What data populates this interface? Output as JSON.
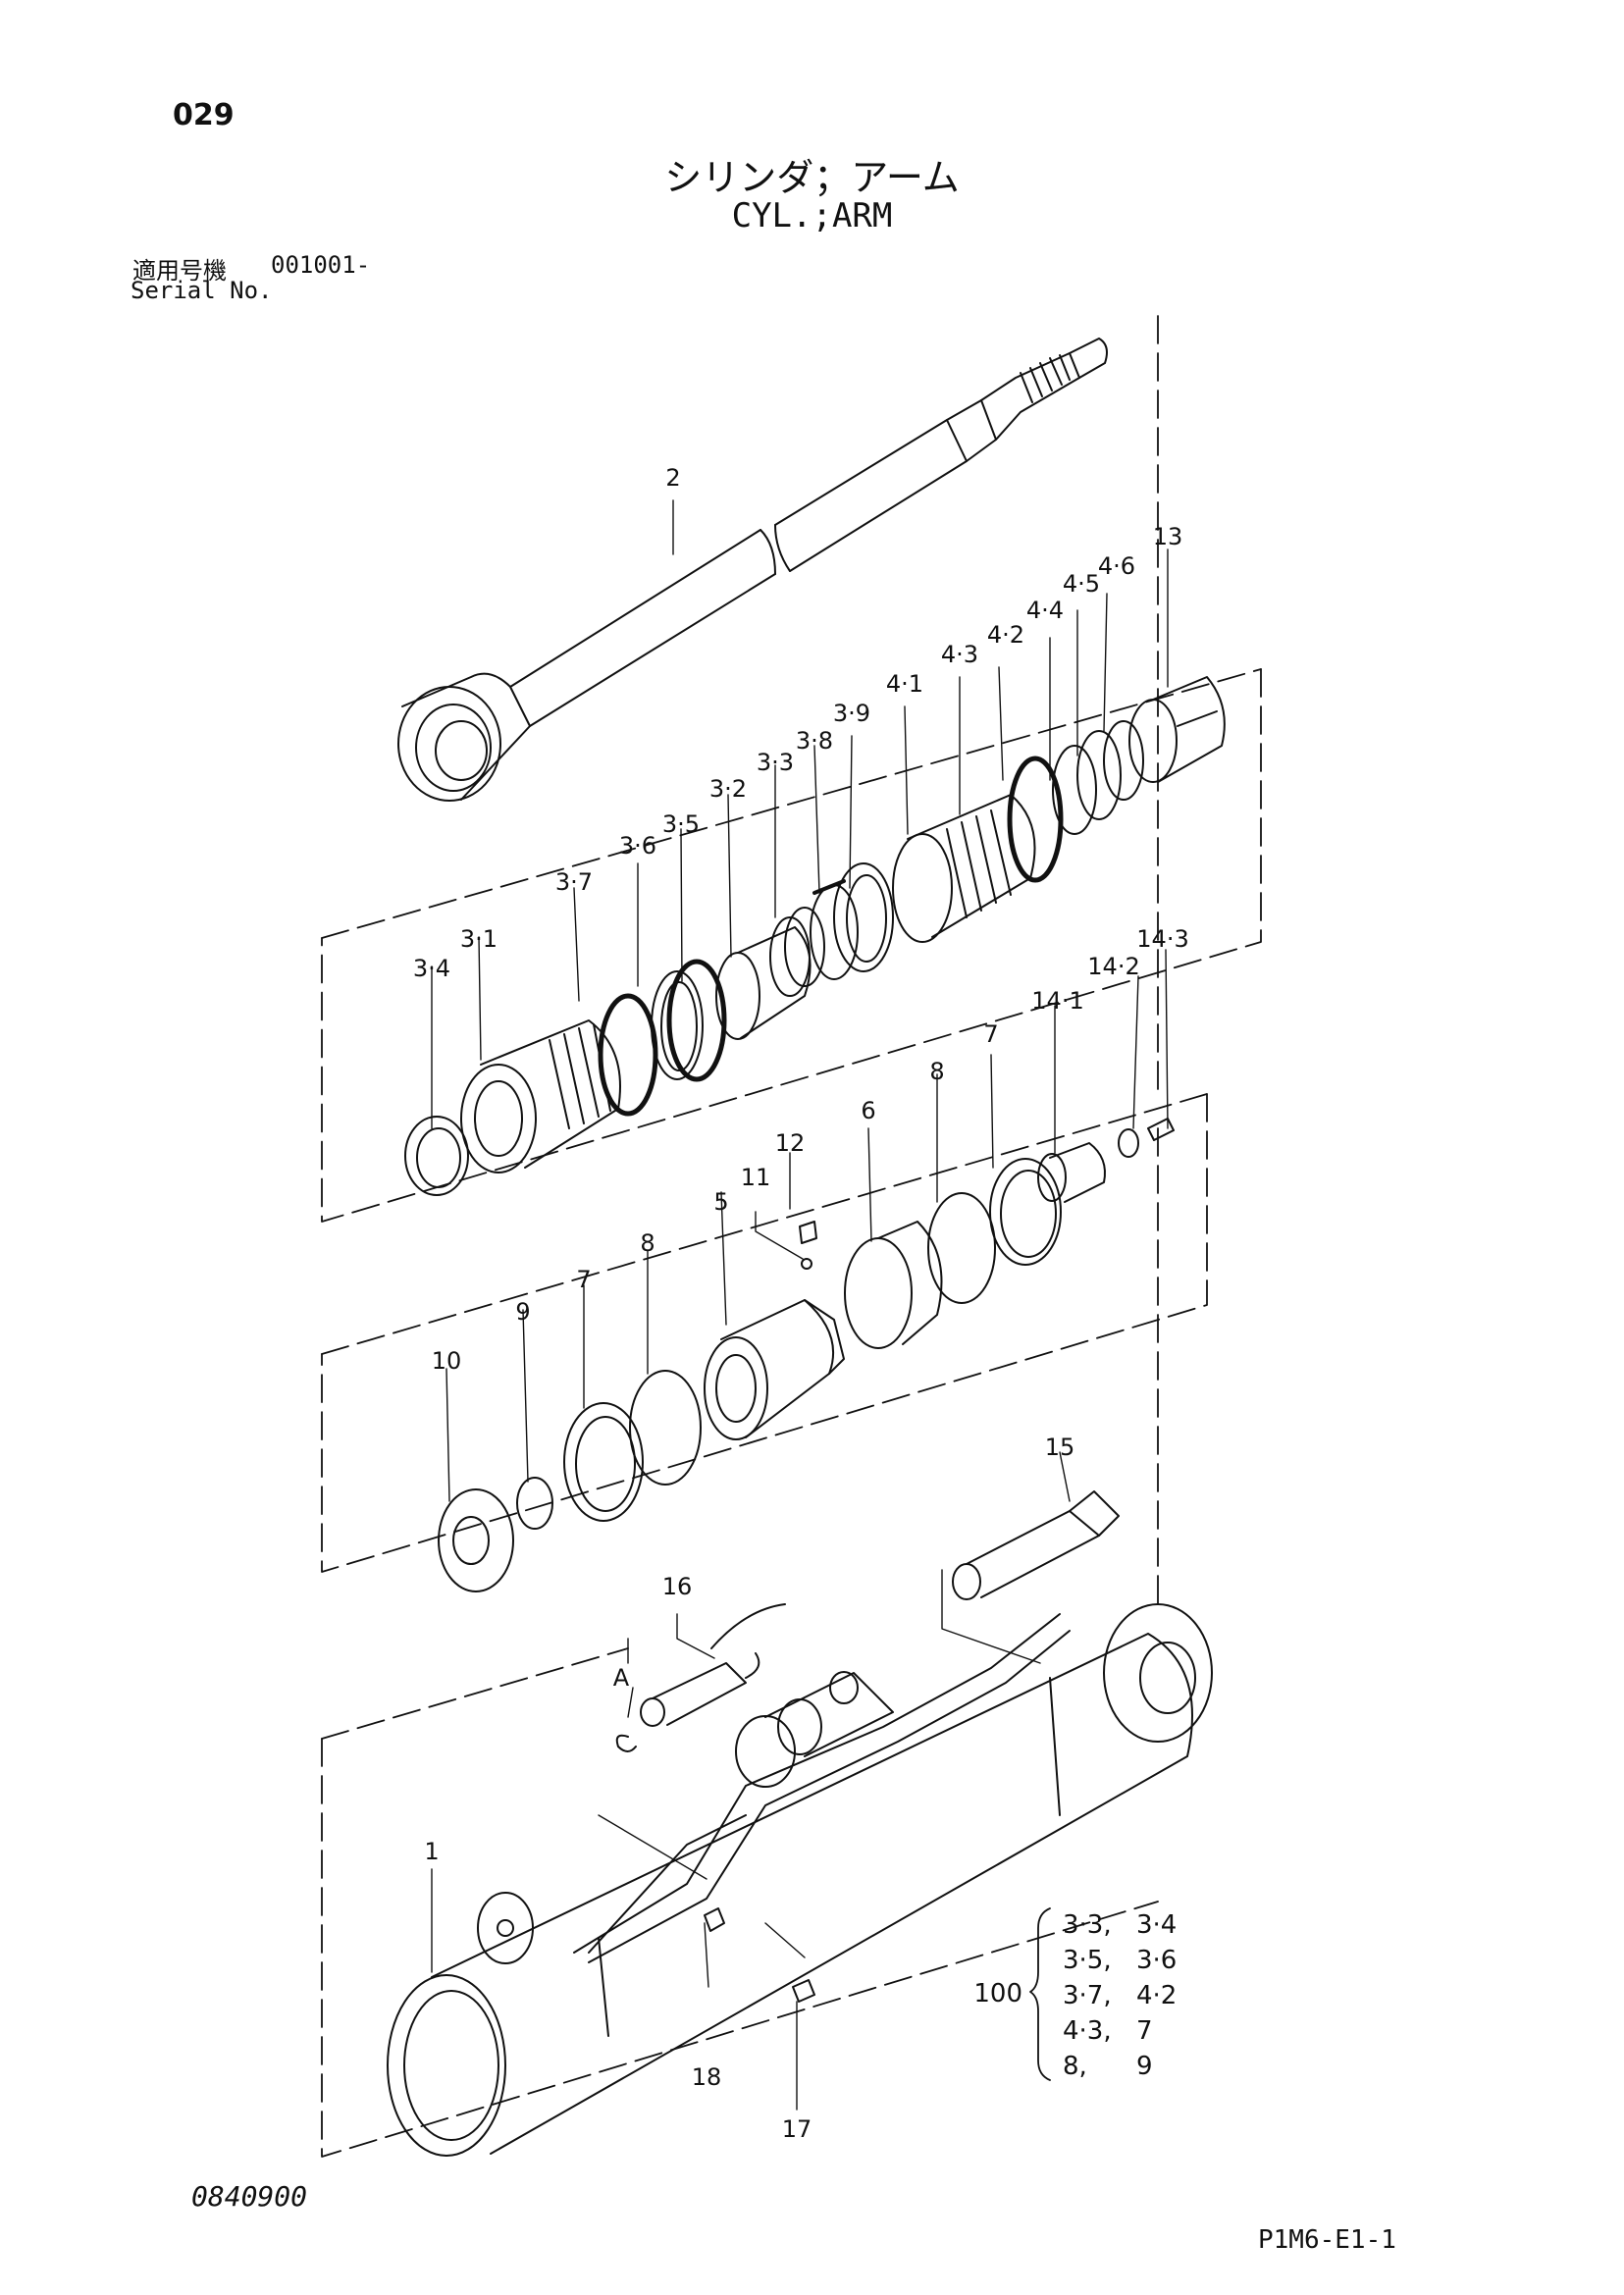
{
  "page_number": "029",
  "title_jp": "シリンダ；アーム",
  "title_en": "CYL.;ARM",
  "serial": {
    "label_jp": "適用号機",
    "number": "001001-",
    "label_en": "Serial No."
  },
  "part_labels": [
    "1",
    "2",
    "3·1",
    "3·2",
    "3·3",
    "3·4",
    "3·5",
    "3·6",
    "3·7",
    "3·8",
    "3·9",
    "4·1",
    "4·2",
    "4·3",
    "4·4",
    "4·5",
    "4·6",
    "5",
    "6",
    "7",
    "7",
    "8",
    "8",
    "9",
    "10",
    "11",
    "12",
    "13",
    "14·1",
    "14·2",
    "14·3",
    "15",
    "16",
    "17",
    "18",
    "A"
  ],
  "kit": {
    "number": "100",
    "items": [
      [
        "3·3,",
        "3·4"
      ],
      [
        "3·5,",
        "3·6"
      ],
      [
        "3·7,",
        "4·2"
      ],
      [
        "4·3,",
        "7"
      ],
      [
        "8,",
        "9"
      ]
    ]
  },
  "doc_code": "0840900",
  "page_code": "P1M6-E1-1"
}
